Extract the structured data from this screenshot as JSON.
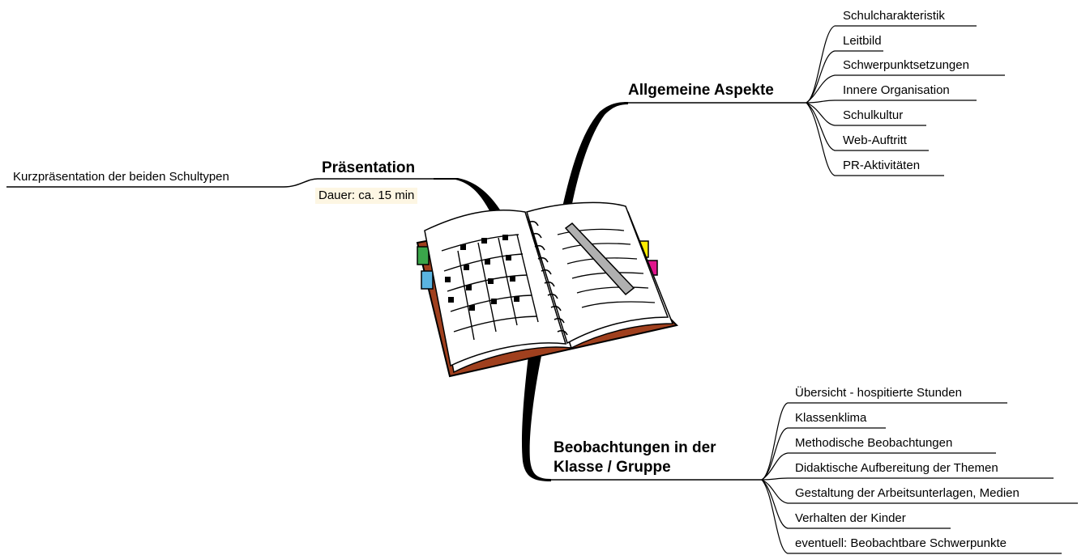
{
  "presentation": {
    "title": "Präsentation",
    "note": "Dauer: ca. 15 min",
    "items": [
      "Kurzpräsentation der beiden Schultypen"
    ]
  },
  "general": {
    "title": "Allgemeine Aspekte",
    "items": [
      "Schulcharakteristik",
      "Leitbild",
      "Schwerpunktsetzungen",
      "Innere Organisation",
      "Schulkultur",
      "Web-Auftritt",
      "PR-Aktivitäten"
    ]
  },
  "observations": {
    "title_line1": "Beobachtungen in der",
    "title_line2": "Klasse / Gruppe",
    "items": [
      "Übersicht - hospitierte Stunden",
      "Klassenklima",
      "Methodische Beobachtungen",
      "Didaktische Aufbereitung der Themen",
      "Gestaltung der Arbeitsunterlagen, Medien",
      "Verhalten der Kinder",
      "eventuell: Beobachtbare Schwerpunkte"
    ]
  },
  "colors": {
    "book_cover": "#a0401e",
    "tab_green": "#3aa64a",
    "tab_blue": "#5ab4e0",
    "tab_yellow": "#ffee00",
    "tab_magenta": "#e0148c",
    "pen": "#b0b0b0",
    "note_bg": "#fdf6e3"
  },
  "central_image": "notebook-icon"
}
